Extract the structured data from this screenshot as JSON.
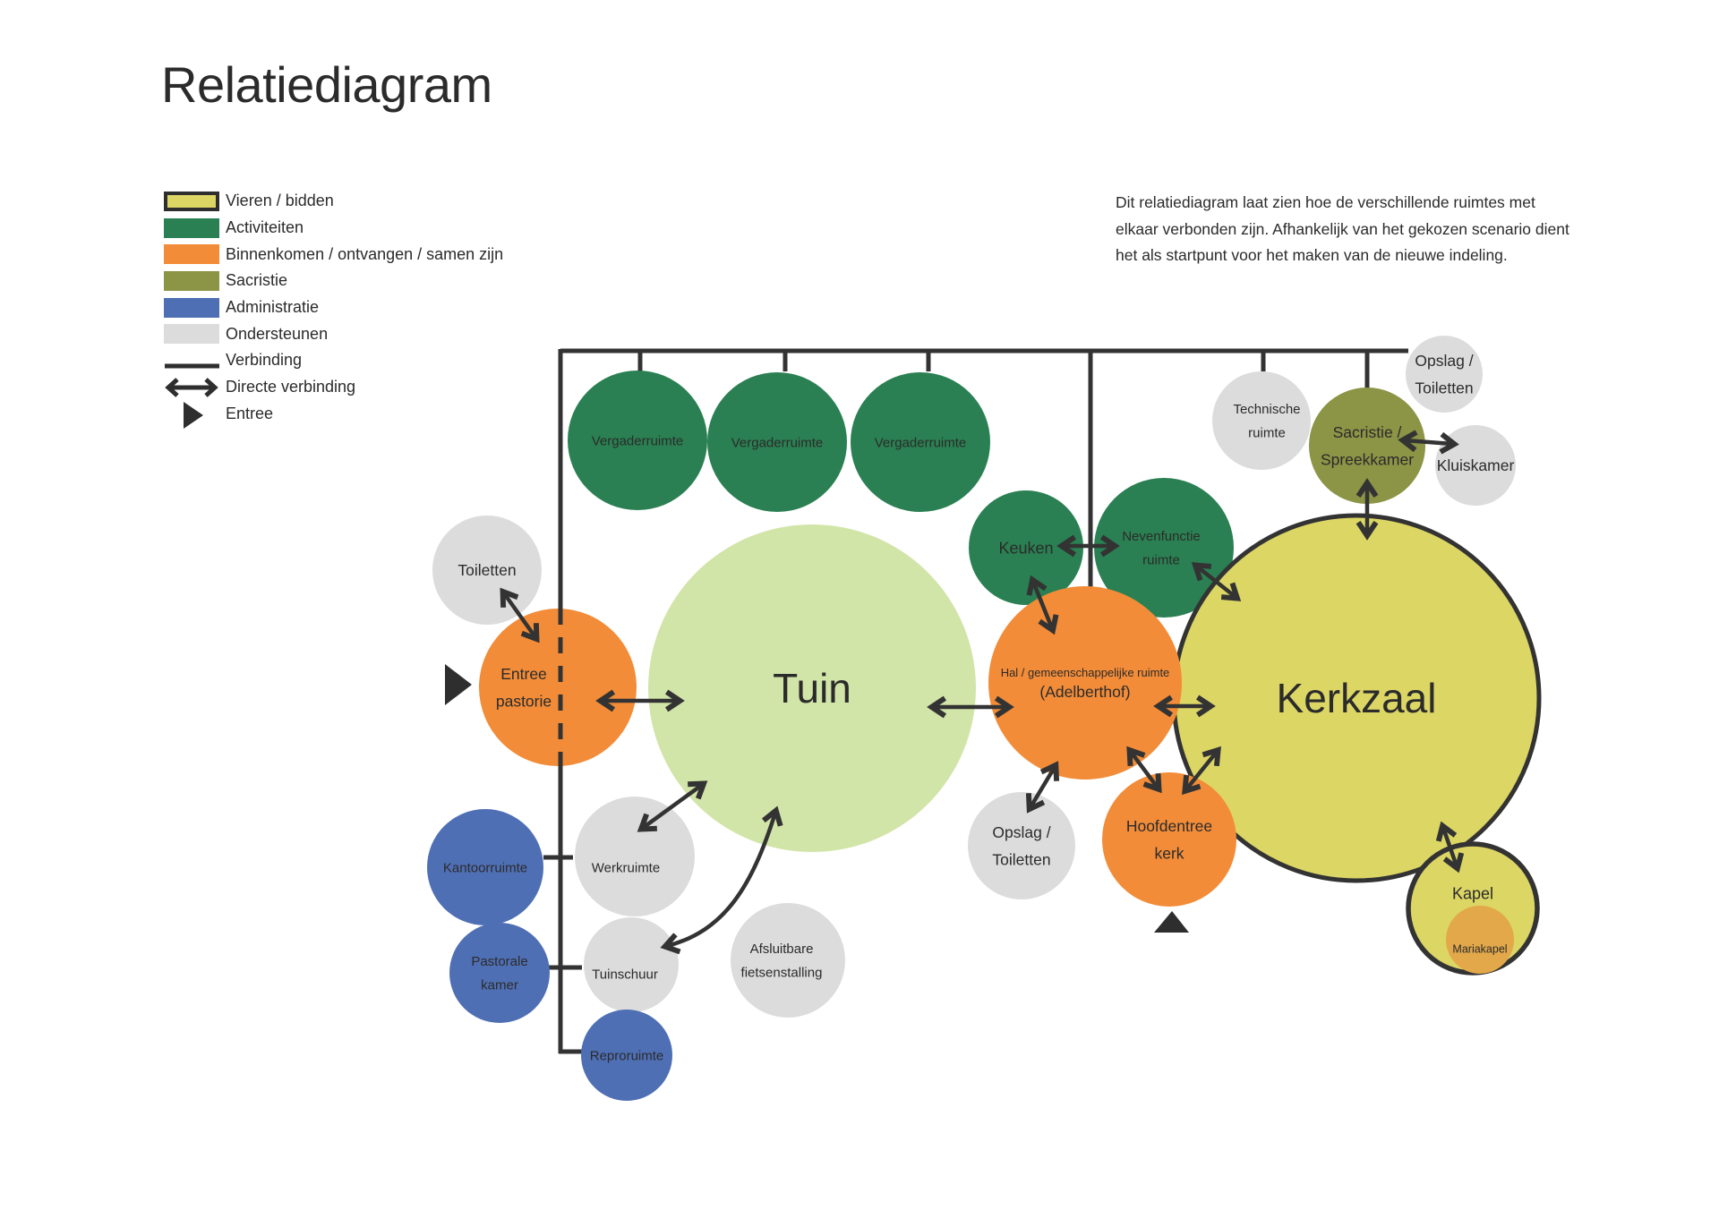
{
  "title": "Relatiediagram",
  "description": "Dit relatiediagram laat zien hoe de verschillende ruimtes met elkaar verbonden zijn. Afhankelijk van het gekozen scenario dient het als startpunt voor het maken van de nieuwe indeling.",
  "colors": {
    "vieren": "#dcd665",
    "activiteiten": "#2a8052",
    "binnenkomen": "#f28c38",
    "sacristie": "#8c9446",
    "administratie": "#4f6fb5",
    "ondersteunen": "#dcdcdc",
    "tuin": "#d2e5a8",
    "mariakapel": "#e2a84a",
    "line": "#333333"
  },
  "legend": [
    {
      "label": "Vieren / bidden",
      "type": "swatch",
      "category": "vieren",
      "outlined": true
    },
    {
      "label": "Activiteiten",
      "type": "swatch",
      "category": "activiteiten"
    },
    {
      "label": "Binnenkomen / ontvangen / samen zijn",
      "type": "swatch",
      "category": "binnenkomen"
    },
    {
      "label": "Sacristie",
      "type": "swatch",
      "category": "sacristie"
    },
    {
      "label": "Administratie",
      "type": "swatch",
      "category": "administratie"
    },
    {
      "label": "Ondersteunen",
      "type": "swatch",
      "category": "ondersteunen"
    },
    {
      "label": "Verbinding",
      "type": "line"
    },
    {
      "label": "Directe verbinding",
      "type": "double-arrow"
    },
    {
      "label": "Entree",
      "type": "entrance-triangle"
    }
  ],
  "rooms": [
    {
      "id": "vergaderruimte-1",
      "lines": [
        "Vergaderruimte"
      ],
      "category": "activiteiten",
      "size": "medium"
    },
    {
      "id": "vergaderruimte-2",
      "lines": [
        "Vergaderruimte"
      ],
      "category": "activiteiten",
      "size": "medium"
    },
    {
      "id": "vergaderruimte-3",
      "lines": [
        "Vergaderruimte"
      ],
      "category": "activiteiten",
      "size": "medium"
    },
    {
      "id": "keuken",
      "lines": [
        "Keuken"
      ],
      "category": "activiteiten",
      "size": "small"
    },
    {
      "id": "nevenfunctie-ruimte",
      "lines": [
        "Nevenfunctie",
        "ruimte"
      ],
      "category": "activiteiten",
      "size": "medium"
    },
    {
      "id": "technische-ruimte",
      "lines": [
        "Technische",
        "ruimte"
      ],
      "category": "ondersteunen",
      "size": "small"
    },
    {
      "id": "sacristie-spreekkamer",
      "lines": [
        "Sacristie /",
        "Spreekkamer"
      ],
      "category": "sacristie",
      "size": "small"
    },
    {
      "id": "opslag-toiletten-top",
      "lines": [
        "Opslag /",
        "Toiletten"
      ],
      "category": "ondersteunen",
      "size": "small"
    },
    {
      "id": "kluiskamer",
      "lines": [
        "Kluiskamer"
      ],
      "category": "ondersteunen",
      "size": "small"
    },
    {
      "id": "kerkzaal",
      "lines": [
        "Kerkzaal"
      ],
      "category": "vieren",
      "size": "xlarge"
    },
    {
      "id": "kapel",
      "lines": [
        "Kapel"
      ],
      "category": "vieren",
      "size": "small"
    },
    {
      "id": "mariakapel",
      "lines": [
        "Mariakapel"
      ],
      "category": "mariakapel",
      "size": "tiny"
    },
    {
      "id": "tuin",
      "lines": [
        "Tuin"
      ],
      "category": "tuin",
      "size": "large"
    },
    {
      "id": "hal-adelberthof",
      "lines": [
        "Hal / gemeenschappelijke ruimte",
        "(Adelberthof)"
      ],
      "category": "binnenkomen",
      "size": "medium-large"
    },
    {
      "id": "hoofdentree-kerk",
      "lines": [
        "Hoofdentree",
        "kerk"
      ],
      "category": "binnenkomen",
      "size": "small"
    },
    {
      "id": "opslag-toiletten-hal",
      "lines": [
        "Opslag /",
        "Toiletten"
      ],
      "category": "ondersteunen",
      "size": "small"
    },
    {
      "id": "entree-pastorie",
      "lines": [
        "Entree",
        "pastorie"
      ],
      "category": "binnenkomen",
      "size": "medium"
    },
    {
      "id": "toiletten",
      "lines": [
        "Toiletten"
      ],
      "category": "ondersteunen",
      "size": "small"
    },
    {
      "id": "kantoorruimte",
      "lines": [
        "Kantoorruimte"
      ],
      "category": "administratie",
      "size": "small"
    },
    {
      "id": "werkruimte",
      "lines": [
        "Werkruimte"
      ],
      "category": "ondersteunen",
      "size": "small"
    },
    {
      "id": "pastorale-kamer",
      "lines": [
        "Pastorale",
        "kamer"
      ],
      "category": "administratie",
      "size": "small"
    },
    {
      "id": "tuinschuur",
      "lines": [
        "Tuinschuur"
      ],
      "category": "ondersteunen",
      "size": "small"
    },
    {
      "id": "afsluitbare-fietsenstalling",
      "lines": [
        "Afsluitbare",
        "fietsenstalling"
      ],
      "category": "ondersteunen",
      "size": "small"
    },
    {
      "id": "reproruimte",
      "lines": [
        "Reproruimte"
      ],
      "category": "administratie",
      "size": "small"
    }
  ],
  "direct_connections": [
    [
      "toiletten",
      "entree-pastorie"
    ],
    [
      "entree-pastorie",
      "tuin"
    ],
    [
      "tuin",
      "hal-adelberthof"
    ],
    [
      "tuin",
      "werkruimte"
    ],
    [
      "tuin",
      "tuinschuur"
    ],
    [
      "keuken",
      "nevenfunctie-ruimte"
    ],
    [
      "keuken",
      "hal-adelberthof"
    ],
    [
      "nevenfunctie-ruimte",
      "kerkzaal"
    ],
    [
      "hal-adelberthof",
      "kerkzaal"
    ],
    [
      "hal-adelberthof",
      "opslag-toiletten-hal"
    ],
    [
      "hal-adelberthof",
      "hoofdentree-kerk"
    ],
    [
      "hoofdentree-kerk",
      "kerkzaal"
    ],
    [
      "sacristie-spreekkamer",
      "kluiskamer"
    ],
    [
      "sacristie-spreekkamer",
      "kerkzaal"
    ],
    [
      "kerkzaal",
      "kapel"
    ]
  ],
  "entrances": [
    "entree-pastorie",
    "hoofdentree-kerk"
  ]
}
